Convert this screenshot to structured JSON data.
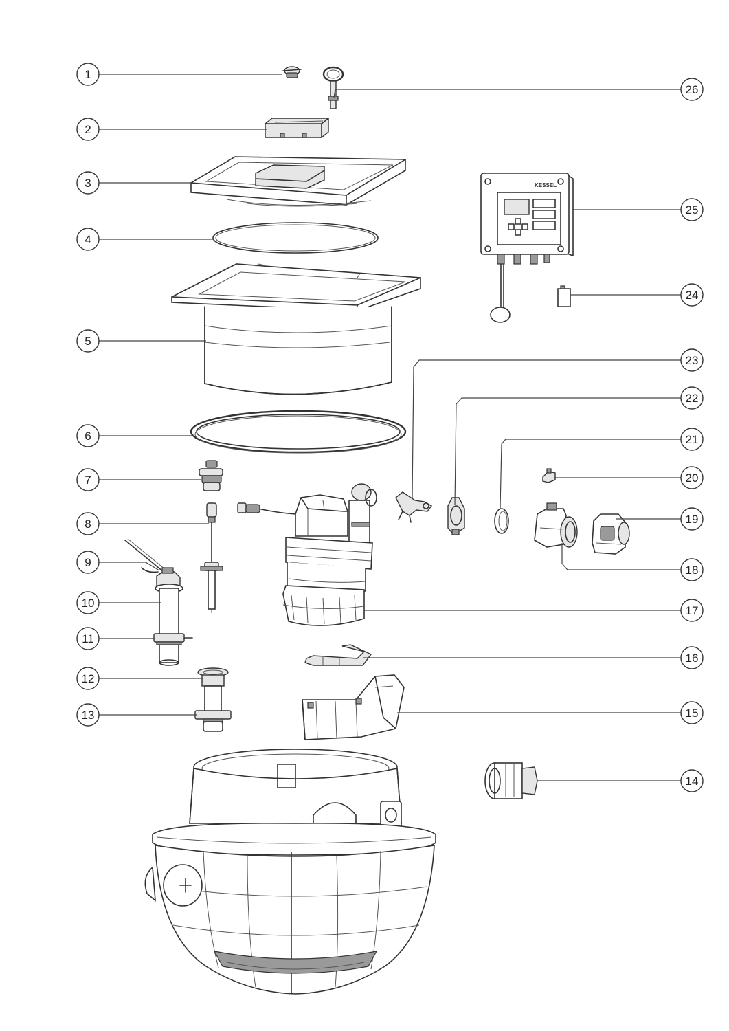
{
  "diagram": {
    "callouts": [
      {
        "id": "1"
      },
      {
        "id": "2"
      },
      {
        "id": "3"
      },
      {
        "id": "4"
      },
      {
        "id": "5"
      },
      {
        "id": "6"
      },
      {
        "id": "7"
      },
      {
        "id": "8"
      },
      {
        "id": "9"
      },
      {
        "id": "10"
      },
      {
        "id": "11"
      },
      {
        "id": "12"
      },
      {
        "id": "13"
      },
      {
        "id": "14"
      },
      {
        "id": "15"
      },
      {
        "id": "16"
      },
      {
        "id": "17"
      },
      {
        "id": "18"
      },
      {
        "id": "19"
      },
      {
        "id": "20"
      },
      {
        "id": "21"
      },
      {
        "id": "22"
      },
      {
        "id": "23"
      },
      {
        "id": "24"
      },
      {
        "id": "25"
      },
      {
        "id": "26"
      }
    ],
    "control_unit_brand": "KESSEL"
  },
  "colors": {
    "line": "#333333",
    "background": "#ffffff",
    "part_shade": "#e6e6e6"
  }
}
